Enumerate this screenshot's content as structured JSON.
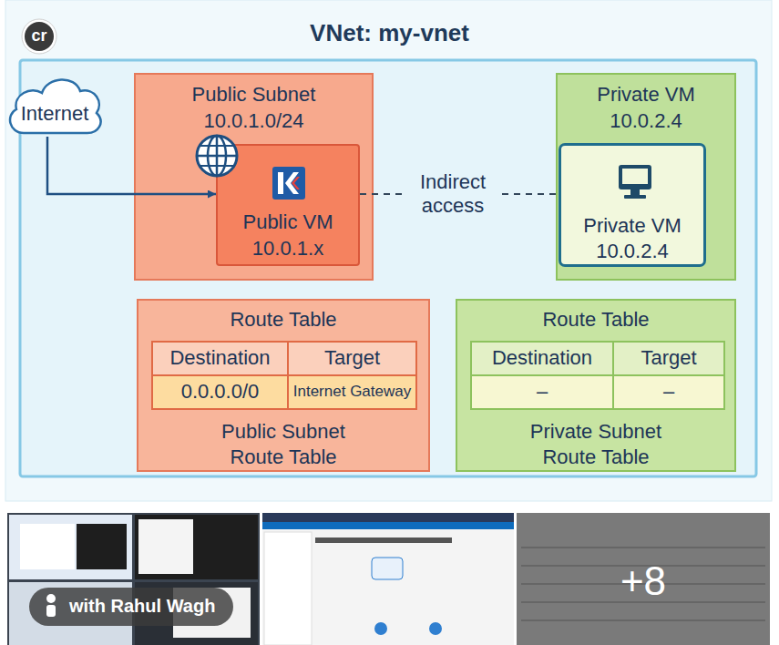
{
  "diagram": {
    "title": "VNet: my-vnet",
    "nodes": [
      {
        "text": [
          "Internet"
        ]
      },
      {
        "text": [
          "Public Subnet",
          "10.0.1.0/24"
        ]
      },
      {
        "text": [
          "Public VM",
          "10.0.1.x"
        ],
        "in": 1
      },
      {
        "text": [
          "Private VM",
          "10.0.2.4"
        ]
      },
      {
        "text": [
          "Private VM",
          "10.0.2.4"
        ],
        "in": 3
      },
      {
        "text": [
          "Route Table",
          "Public Subnet Route Table"
        ]
      },
      {
        "text": [
          "Destination"
        ],
        "in": 5
      },
      {
        "text": [
          "Target"
        ],
        "in": 5
      },
      {
        "text": [
          "0.0.0.0/0"
        ],
        "in": 5
      },
      {
        "text": [
          "Internet Gateway"
        ],
        "in": 5
      },
      {
        "text": [
          "Route Table",
          "Private Subnet Route Table"
        ]
      },
      {
        "text": [
          "Destination"
        ],
        "in": 10
      },
      {
        "text": [
          "Target"
        ],
        "in": 10
      },
      {
        "text": [
          "–"
        ],
        "in": 10
      },
      {
        "text": [
          "–"
        ],
        "in": 10
      }
    ],
    "edges": [
      {
        "from": 0,
        "to": 2,
        "arrow": "to"
      },
      {
        "from": 2,
        "to": 4,
        "label": "Indirect access",
        "arrow": "none"
      }
    ],
    "labels": [
      "cr",
      "with Rahul Wagh",
      "+8"
    ]
  }
}
